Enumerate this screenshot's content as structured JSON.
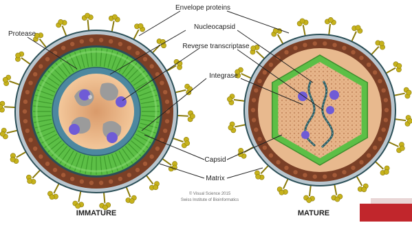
{
  "labels": {
    "envelope_proteins": "Envelope proteins",
    "protease": "Protease",
    "nucleocapsid": "Nucleocapsid",
    "reverse_transcriptase": "Reverse transcriptase",
    "integrase": "Integrase",
    "capsid": "Capsid",
    "matrix": "Matrix",
    "immature": "IMMATURE",
    "mature": "MATURE",
    "credit_line_1": "© Visual Science 2015",
    "credit_line_2": "Swiss Institute of Bioinformatics"
  },
  "colors": {
    "spike": "#c6b21c",
    "spike_dark": "#8a7a0a",
    "membrane": "#2b4f57",
    "matrix": "#7a3f26",
    "matrix_light": "#a45a37",
    "capsid": "#5cbf46",
    "capsid_light": "#86d870",
    "core_fill": "#f3c79a",
    "inner_blue": "#4d88a0",
    "rna": "#2f5b62",
    "enzyme": "#6f5bd6",
    "grey_blob": "#9b9b9b",
    "accent_red": "#c1262c"
  }
}
